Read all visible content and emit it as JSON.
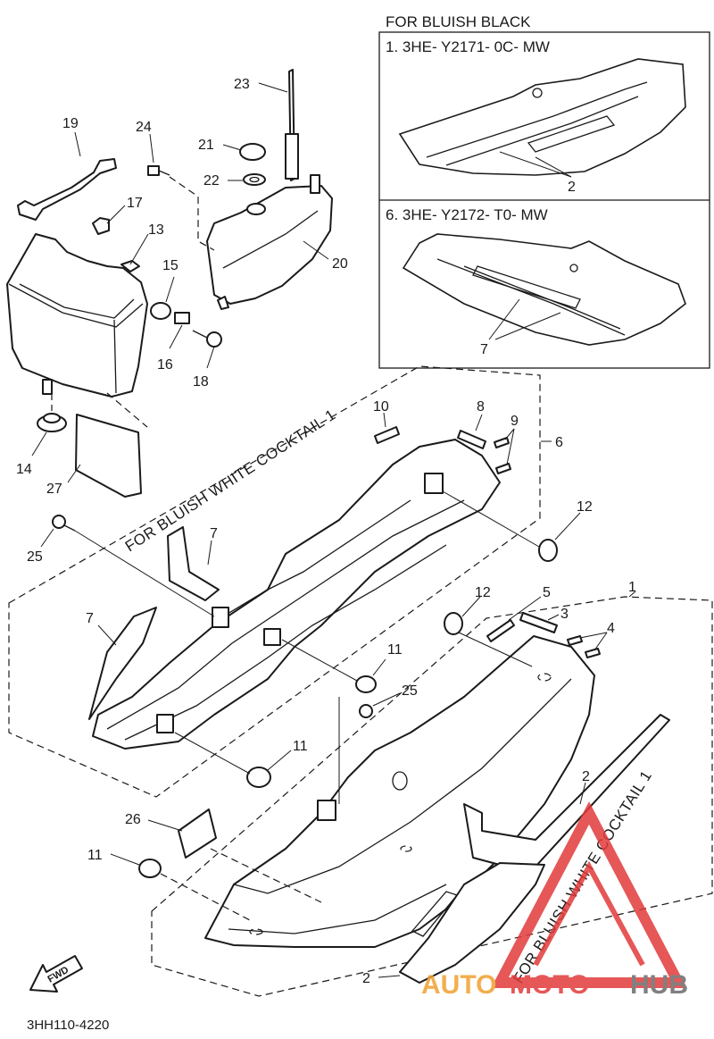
{
  "diagram": {
    "inset": {
      "heading": "FOR BLUISH BLACK",
      "top_part": "1. 3HE- Y2171- 0C- MW",
      "bottom_part": "6. 3HE- Y2172- T0- MW"
    },
    "variant_label_left": "FOR BLUISH WHITE COCKTAIL 1",
    "variant_label_right": "FOR BLUISH WHITE COCKTAIL 1",
    "callouts": {
      "c1": "1",
      "c2a": "2",
      "c2b": "2",
      "c2c": "2",
      "c3": "3",
      "c4": "4",
      "c5": "5",
      "c6": "6",
      "c7a": "7",
      "c7b": "7",
      "c7c": "7",
      "c8": "8",
      "c9": "9",
      "c10": "10",
      "c11a": "11",
      "c11b": "11",
      "c11c": "11",
      "c12a": "12",
      "c12b": "12",
      "c13": "13",
      "c14": "14",
      "c15": "15",
      "c16": "16",
      "c17": "17",
      "c18": "18",
      "c19": "19",
      "c20": "20",
      "c21": "21",
      "c22": "22",
      "c23": "23",
      "c24": "24",
      "c25a": "25",
      "c25b": "25",
      "c26": "26",
      "c27": "27"
    },
    "fwd_arrow": "FWD",
    "sheet_code": "3HH110-4220",
    "watermark": {
      "part1": "AUTO",
      "part2": "MOTO",
      "part3": "HUB",
      "color_orange": "#f0a030",
      "color_red": "#e23a3a",
      "color_gray": "#6a6a6a"
    }
  }
}
